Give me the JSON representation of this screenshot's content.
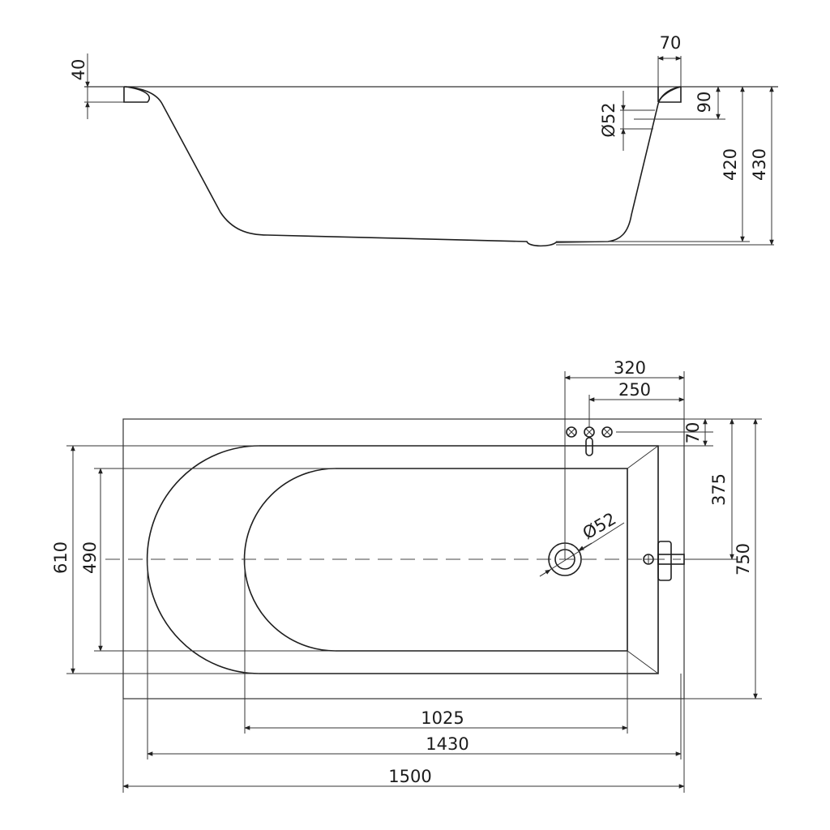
{
  "side_view": {
    "dims": {
      "rim_height": "40",
      "rim_width": "70",
      "overflow_depth": "90",
      "overflow_diameter": "Ø52",
      "inner_depth": "420",
      "total_height": "430"
    }
  },
  "top_view": {
    "dims": {
      "tap_span": "320",
      "tap_inner": "250",
      "tap_offset": "70",
      "drain_offset": "375",
      "drain_diameter": "Ø52",
      "outer_width": "750",
      "inner_width": "610",
      "bottom_width": "490",
      "bottom_length": "1025",
      "inner_length": "1430",
      "outer_length": "1500"
    }
  },
  "colors": {
    "line": "#333333",
    "text": "#1c1c1c",
    "background": "#ffffff"
  }
}
